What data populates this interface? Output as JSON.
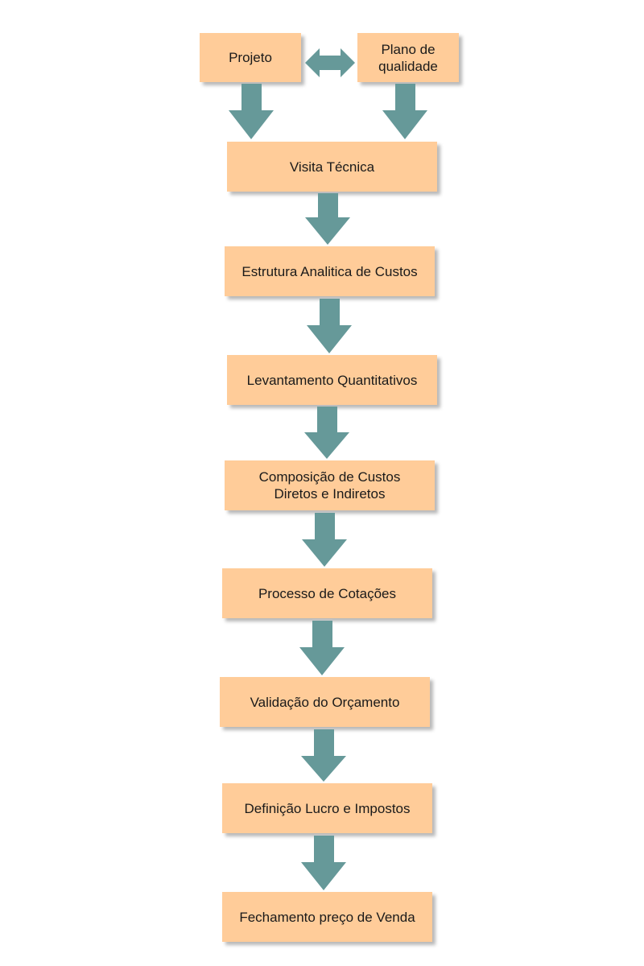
{
  "colors": {
    "node_fill": "#ffcc99",
    "arrow_fill": "#669999",
    "background": "#ffffff"
  },
  "nodes": {
    "projeto": {
      "label": "Projeto"
    },
    "plano": {
      "label": "Plano de\nqualidade"
    },
    "visita": {
      "label": "Visita Técnica"
    },
    "estrutura": {
      "label": "Estrutura Analitica de Custos"
    },
    "levantamento": {
      "label": "Levantamento Quantitativos"
    },
    "composicao": {
      "label": "Composição de Custos\nDiretos e Indiretos"
    },
    "cotacoes": {
      "label": "Processo de Cotações"
    },
    "validacao": {
      "label": "Validação do Orçamento"
    },
    "lucro": {
      "label": "Definição Lucro e Impostos"
    },
    "fechamento": {
      "label": "Fechamento preço de Venda"
    }
  },
  "edges": [
    {
      "from": "projeto",
      "to": "plano",
      "type": "bidirectional"
    },
    {
      "from": "projeto",
      "to": "visita",
      "type": "down"
    },
    {
      "from": "plano",
      "to": "visita",
      "type": "down"
    },
    {
      "from": "visita",
      "to": "estrutura",
      "type": "down"
    },
    {
      "from": "estrutura",
      "to": "levantamento",
      "type": "down"
    },
    {
      "from": "levantamento",
      "to": "composicao",
      "type": "down"
    },
    {
      "from": "composicao",
      "to": "cotacoes",
      "type": "down"
    },
    {
      "from": "cotacoes",
      "to": "validacao",
      "type": "down"
    },
    {
      "from": "validacao",
      "to": "lucro",
      "type": "down"
    },
    {
      "from": "lucro",
      "to": "fechamento",
      "type": "down"
    }
  ]
}
